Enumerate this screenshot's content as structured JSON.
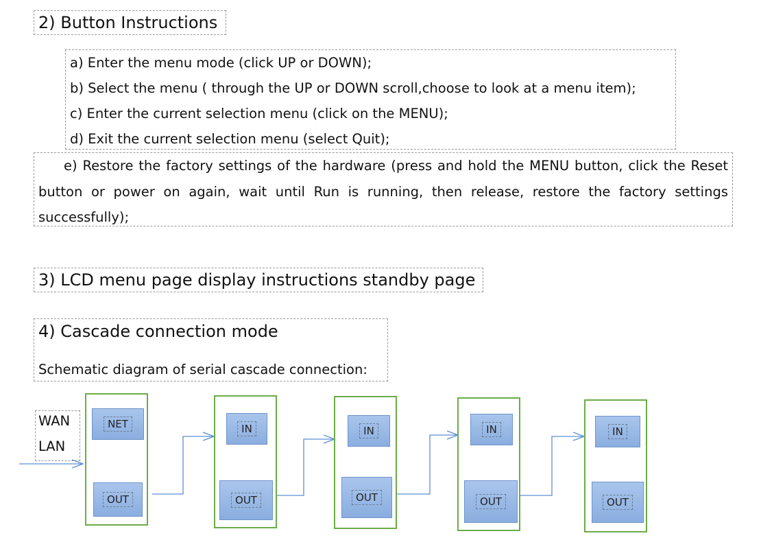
{
  "section2": {
    "title": "2)  Button Instructions",
    "steps": [
      "a) Enter the menu mode (click UP or DOWN);",
      "b) Select the menu ( through the UP or DOWN scroll,choose to look at a menu item);",
      "c) Enter the current selection menu (click on the MENU);",
      "d) Exit the current selection menu (select Quit);"
    ],
    "note": "e) Restore the factory settings of the hardware (press and hold the MENU button, click the Reset button or power on again, wait until Run is running, then release, restore the factory settings successfully);"
  },
  "section3": {
    "title": "3)  LCD menu page display instructions standby page"
  },
  "section4": {
    "title": "4)  Cascade connection mode",
    "caption": "Schematic diagram of serial cascade connection:"
  },
  "diagram": {
    "wan": "WAN",
    "lan": "LAN",
    "devices": [
      {
        "top_port": "NET",
        "bottom_port": "OUT"
      },
      {
        "top_port": "IN",
        "bottom_port": "OUT"
      },
      {
        "top_port": "IN",
        "bottom_port": "OUT"
      },
      {
        "top_port": "IN",
        "bottom_port": "OUT"
      },
      {
        "top_port": "IN",
        "bottom_port": "OUT"
      }
    ],
    "colors": {
      "frame": "#6aac47",
      "port": "#95b6e4",
      "wire": "#5b8fd3"
    }
  }
}
